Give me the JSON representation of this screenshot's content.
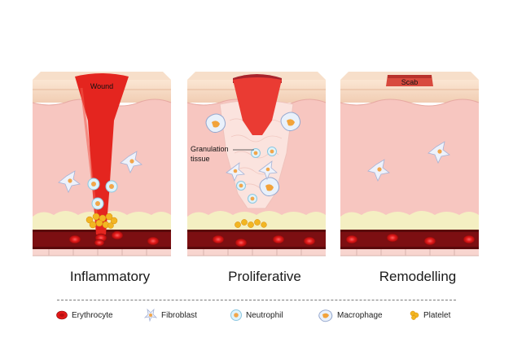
{
  "stages": [
    {
      "title": "Inflammatory",
      "wound_label": "Wound"
    },
    {
      "title": "Proliferative",
      "granulation_label": [
        "Granulation",
        "tissue"
      ]
    },
    {
      "title": "Remodelling",
      "scab_label": "Scab"
    }
  ],
  "legend": [
    {
      "label": "Erythrocyte",
      "icon": "erythrocyte-icon"
    },
    {
      "label": "Fibroblast",
      "icon": "fibroblast-icon"
    },
    {
      "label": "Neutrophil",
      "icon": "neutrophil-icon"
    },
    {
      "label": "Macrophage",
      "icon": "macrophage-icon"
    },
    {
      "label": "Platelet",
      "icon": "platelet-icon"
    }
  ],
  "colors": {
    "skin_top": "#f6dcc6",
    "dermis": "#f7c7c0",
    "blood": "#e02020",
    "vessel": "#7a0d0d",
    "fat": "#f4efc3",
    "scab": "#c9323a"
  }
}
